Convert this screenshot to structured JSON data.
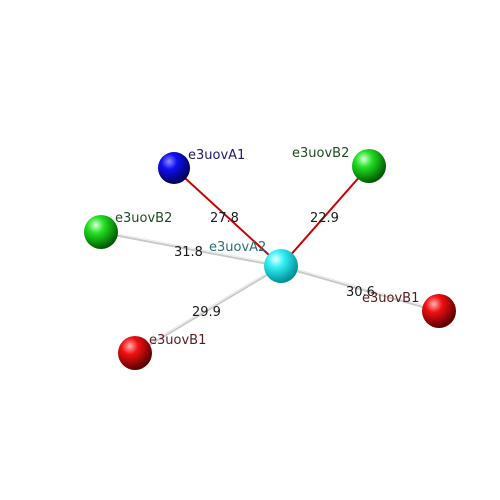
{
  "atoms": [
    {
      "id": "center",
      "label": "e3uovA2",
      "color": "#00e5ee",
      "label_color": "#2a6f73"
    },
    {
      "id": "a1",
      "label": "e3uovA1",
      "color": "#0000d8",
      "label_color": "#1a1a6a"
    },
    {
      "id": "b2_right",
      "label": "e3uovB2",
      "color": "#00d000",
      "label_color": "#1e4d1e"
    },
    {
      "id": "b2_left",
      "label": "e3uovB2",
      "color": "#00d000",
      "label_color": "#1e4d1e"
    },
    {
      "id": "b1_left",
      "label": "e3uovB1",
      "color": "#e00000",
      "label_color": "#5a1a1a"
    },
    {
      "id": "b1_right",
      "label": "e3uovB1",
      "color": "#e00000",
      "label_color": "#5a1a1a"
    }
  ],
  "bonds": [
    {
      "to": "a1",
      "distance": "27.8",
      "color": "#cc0000"
    },
    {
      "to": "b2_right",
      "distance": "22.9",
      "color": "#cc0000"
    },
    {
      "to": "b2_left",
      "distance": "31.8",
      "color": "#c8c8c8"
    },
    {
      "to": "b1_left",
      "distance": "29.9",
      "color": "#c8c8c8"
    },
    {
      "to": "b1_right",
      "distance": "30.6",
      "color": "#c8c8c8"
    }
  ]
}
